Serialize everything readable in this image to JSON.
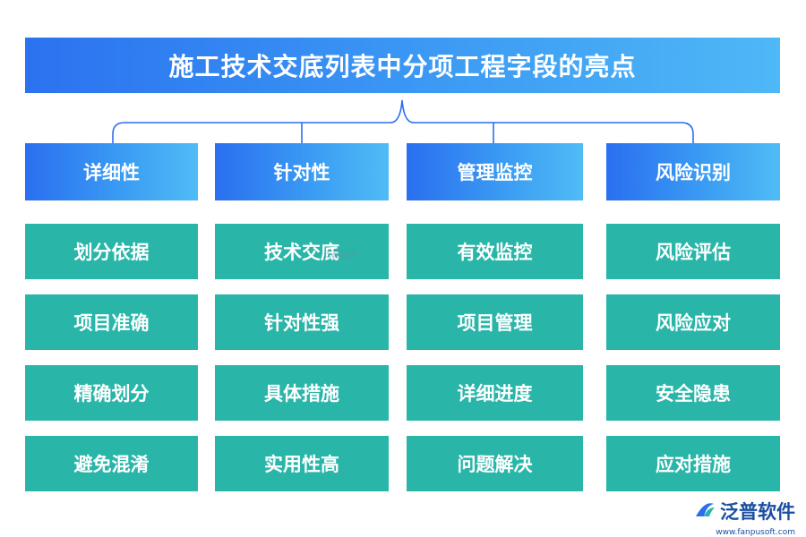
{
  "title": "施工技术交底列表中分项工程字段的亮点",
  "columns": [
    {
      "heading": "详细性",
      "items": [
        "划分依据",
        "项目准确",
        "精确划分",
        "避免混淆"
      ]
    },
    {
      "heading": "针对性",
      "items": [
        "技术交底",
        "针对性强",
        "具体措施",
        "实用性高"
      ]
    },
    {
      "heading": "管理监控",
      "items": [
        "有效监控",
        "项目管理",
        "详细进度",
        "问题解决"
      ]
    },
    {
      "heading": "风险识别",
      "items": [
        "风险评估",
        "风险应对",
        "安全隐患",
        "应对措施"
      ]
    }
  ],
  "watermark": "泛普软件",
  "logo": {
    "name": "泛普软件",
    "url": "www.fanpusoft.com"
  },
  "colors": {
    "title_start": "#2b72f0",
    "title_end": "#4fb8f6",
    "item_bg": "#29b6a9",
    "connector": "#2a6ff0"
  }
}
